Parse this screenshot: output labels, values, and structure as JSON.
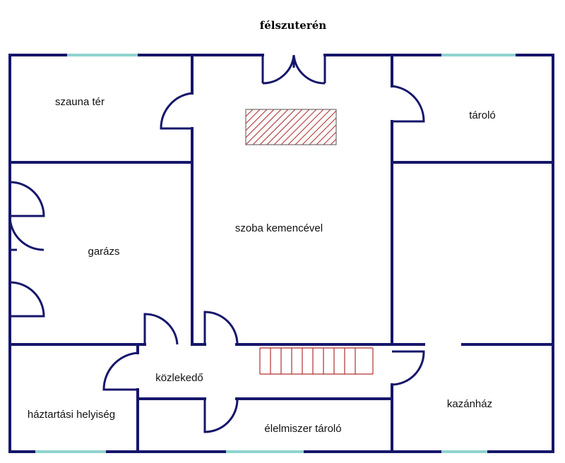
{
  "plan": {
    "title": "félszuterén",
    "rooms": {
      "sauna": "szauna tér",
      "storage_top": "tároló",
      "room_oven": "szoba kemencével",
      "garage": "garázs",
      "corridor": "közlekedő",
      "household": "háztartási helyiség",
      "pantry": "élelmiszer tároló",
      "boiler": "kazánház"
    }
  },
  "colors": {
    "wall": "#16166b",
    "window": "#8fd3cf",
    "hatch": "#b03030"
  }
}
